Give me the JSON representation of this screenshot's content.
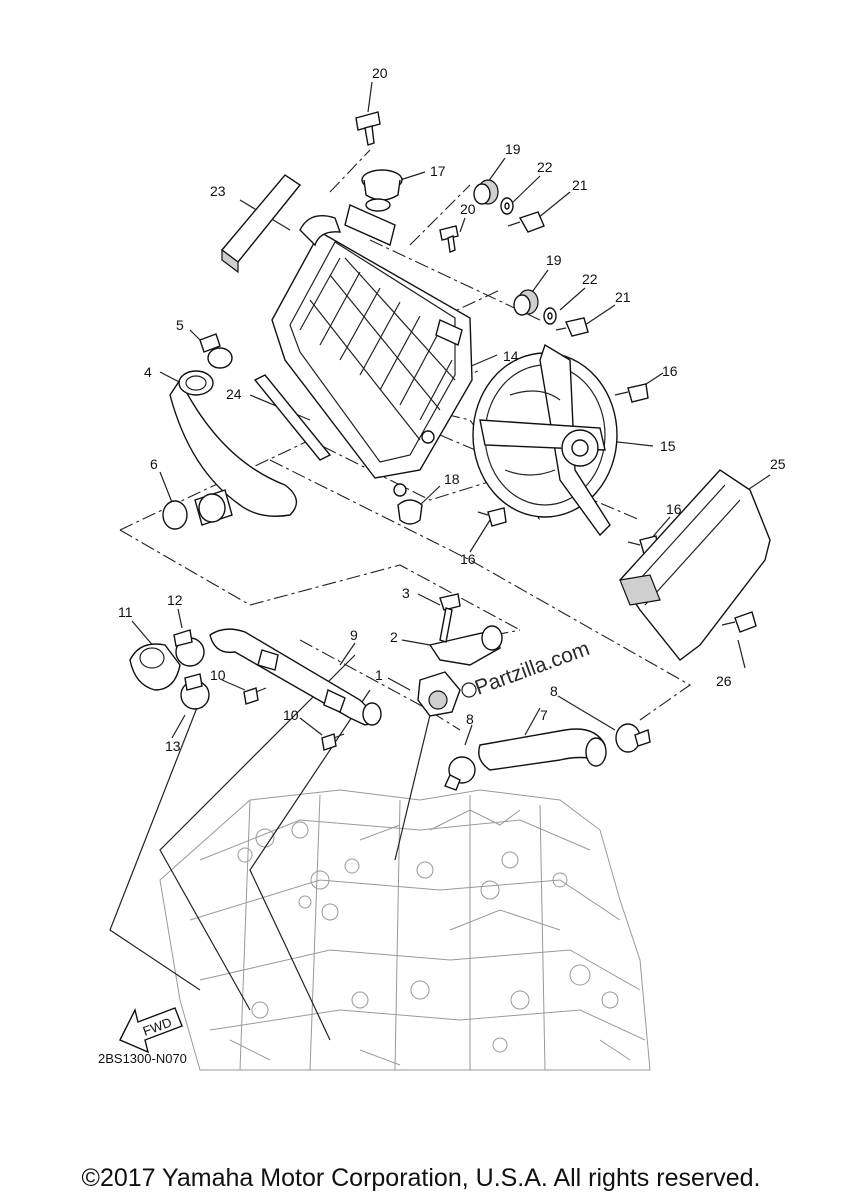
{
  "labels": {
    "l1": "1",
    "l2": "2",
    "l3": "3",
    "l4": "4",
    "l5": "5",
    "l6": "6",
    "l7": "7",
    "l8a": "8",
    "l8b": "8",
    "l9": "9",
    "l10a": "10",
    "l10b": "10",
    "l11": "11",
    "l12": "12",
    "l13": "13",
    "l14": "14",
    "l15": "15",
    "l16a": "16",
    "l16b": "16",
    "l16c": "16",
    "l17": "17",
    "l18": "18",
    "l19a": "19",
    "l19b": "19",
    "l20a": "20",
    "l20b": "20",
    "l21a": "21",
    "l21b": "21",
    "l22a": "22",
    "l22b": "22",
    "l23": "23",
    "l24": "24",
    "l25": "25",
    "l26": "26"
  },
  "watermark": "Partzilla.com",
  "fwd_label": "FWD",
  "diagram_code": "2BS1300-N070",
  "copyright": "©2017 Yamaha Motor Corporation, U.S.A. All rights reserved."
}
